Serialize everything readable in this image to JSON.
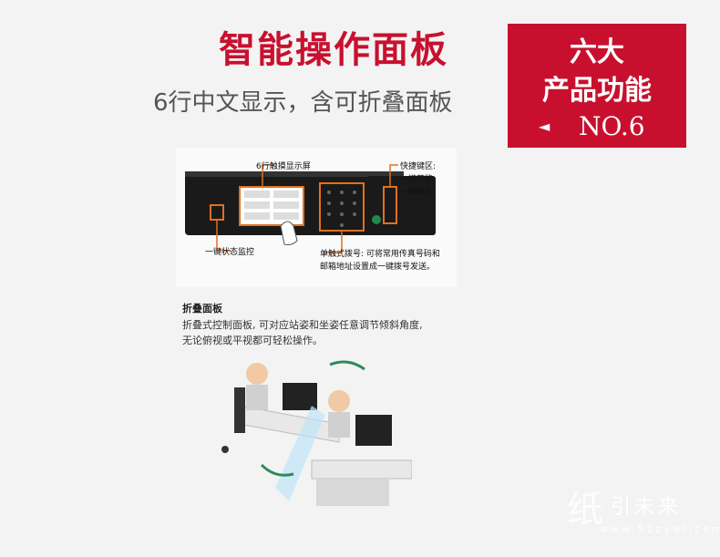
{
  "header": {
    "title": "智能操作面板",
    "subtitle": "6行中文显示，含可折叠面板"
  },
  "badge": {
    "line1": "六大",
    "line2": "产品功能",
    "arrow": "◄",
    "number": "NO.6"
  },
  "panel_diagram": {
    "label_screen": "6行触摸显示屏",
    "label_shortcut": "快捷键区:",
    "label_shortcut_1": "一键节能",
    "label_shortcut_2": "一键静音",
    "label_status": "一键状态监控",
    "label_dial_1": "单触式拨号: 可将常用传真号码和",
    "label_dial_2": "邮箱地址设置成一键拨号发送。"
  },
  "fold": {
    "title": "折叠面板",
    "desc_1": "折叠式控制面板, 可对应站姿和坐姿任意调节倾斜角度,",
    "desc_2": "无论俯视或平视都可轻松操作。"
  },
  "watermark": {
    "glyph": "纸",
    "text": "引未来",
    "url": "www.51zywl.com"
  },
  "colors": {
    "accent": "#c8102e",
    "annotation": "#e07020"
  }
}
